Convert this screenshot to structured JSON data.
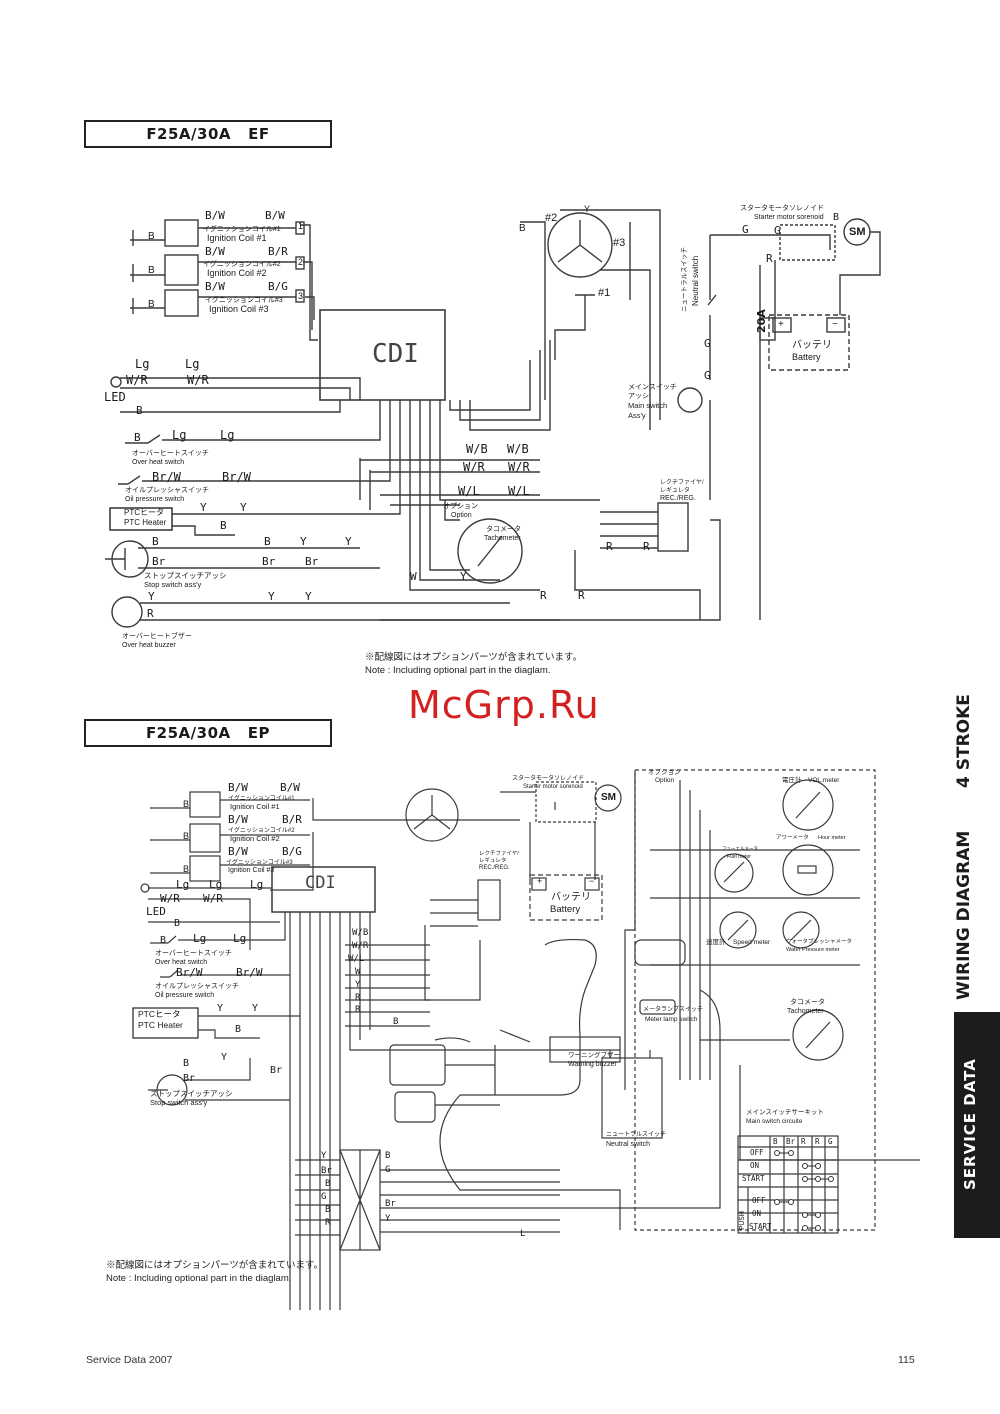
{
  "section1": {
    "title": "F25A/30A   EF",
    "cdi_label": "CDI",
    "ignition_coils": [
      {
        "jp": "イグニッションコイル#1",
        "en": "Ignition Coil #1",
        "wire_in": "B/W",
        "wire_out": "B/W",
        "terminal": "1",
        "ground": "B"
      },
      {
        "jp": "イグニッションコイル#2",
        "en": "Ignition Coil #2",
        "wire_in": "B/W",
        "wire_out": "B/R",
        "terminal": "2",
        "ground": "B"
      },
      {
        "jp": "イグニッションコイル#3",
        "en": "Ignition Coil #3",
        "wire_in": "B/W",
        "wire_out": "B/G",
        "terminal": "3",
        "ground": "B"
      }
    ],
    "pulser": {
      "coil2": "#2",
      "coil3": "#3",
      "coil1": "#1",
      "wire_y": "Y",
      "wire_b": "B"
    },
    "led": {
      "label": "LED",
      "wire_lg": "Lg",
      "wire_wr": "W/R",
      "wire_b": "B"
    },
    "overheat_switch": {
      "jp": "オーバーヒートスイッチ",
      "en": "Over heat switch",
      "wire_b": "B",
      "wire_lg": "Lg"
    },
    "oil_pressure_switch": {
      "jp": "オイルプレッシャスイッチ",
      "en": "Oil pressure switch",
      "wire": "Br/W"
    },
    "ptc_heater": {
      "jp": "PTCヒータ",
      "en": "PTC Heater",
      "wire_y": "Y",
      "wire_b": "B"
    },
    "stop_switch": {
      "jp": "ストップスイッチアッシ",
      "en": "Stop switch ass'y",
      "wire_b": "B",
      "wire_br": "Br",
      "wire_y": "Y"
    },
    "overheat_buzzer": {
      "jp": "オーバーヒートブザー",
      "en": "Over heat buzzer",
      "wire_y": "Y",
      "wire_r": "R"
    },
    "cdi_wires": [
      "W/B",
      "W/R",
      "W/L",
      "W",
      "Y"
    ],
    "option": {
      "jp": "オプション",
      "en": "Option"
    },
    "tachometer": {
      "jp": "タコメータ",
      "en": "Tachometer"
    },
    "rec_reg": {
      "jp1": "レクチファイヤ/",
      "jp2": "レギュレタ",
      "en": "REC./REG.",
      "wire_y": "Y",
      "wire_r": "R"
    },
    "main_switch": {
      "jp1": "メインスイッチ",
      "jp2": "アッシ",
      "en1": "Main switch",
      "en2": "Ass'y"
    },
    "neutral_switch": {
      "jp": "ニュートラルスイッチ",
      "en": "Neutral switch",
      "wire": "G"
    },
    "starter_solenoid": {
      "jp": "スタータモータソレノイド",
      "en": "Starter motor sorenoid",
      "wire_g": "G",
      "wire_b": "B",
      "wire_r": "R"
    },
    "starter_motor": "SM",
    "fuse": "20A",
    "battery": {
      "jp": "バッテリ",
      "en": "Battery",
      "plus": "+",
      "minus": "−"
    },
    "note_jp": "※配線図にはオプションパーツが含まれています。",
    "note_en": "Note : Including optional part in the diaglam."
  },
  "watermark": "McGrp.Ru",
  "section2": {
    "title": "F25A/30A   EP",
    "cdi_label": "CDI",
    "ignition_coils": [
      {
        "jp": "イグニッションコイル#1",
        "en": "Ignition Coil #1",
        "wire_in": "B/W",
        "wire_out": "B/W",
        "ground": "B"
      },
      {
        "jp": "イグニッションコイル#2",
        "en": "Ignition Coil #2",
        "wire_in": "B/W",
        "wire_out": "B/R",
        "ground": "B"
      },
      {
        "jp": "イグニッションコイル#3",
        "en": "Ignition Coil #3",
        "wire_in": "B/W",
        "wire_out": "B/G",
        "ground": "B"
      }
    ],
    "led": {
      "label": "LED",
      "wire_lg": "Lg",
      "wire_wr": "W/R",
      "wire_b": "B"
    },
    "overheat_switch": {
      "jp": "オーバーヒートスイッチ",
      "en": "Over heat switch",
      "wire_b": "B",
      "wire_lg": "Lg"
    },
    "oil_pressure_switch": {
      "jp": "オイルプレッシャスイッチ",
      "en": "Oil pressure switch",
      "wire": "Br/W"
    },
    "ptc_heater": {
      "jp": "PTCヒータ",
      "en": "PTC Heater",
      "wire_y": "Y",
      "wire_b": "B"
    },
    "stop_switch": {
      "jp": "ストップスイッチアッシ",
      "en": "Stop switch ass'y",
      "wire_b": "B",
      "wire_br": "Br",
      "wire_y": "Y"
    },
    "cdi_wires": [
      "W/B",
      "W/R",
      "W/L",
      "W",
      "Y",
      "R",
      "R",
      "B"
    ],
    "starter_solenoid": {
      "jp": "スタータモータソレノイド",
      "en": "Starter motor sorenoid"
    },
    "starter_motor": "SM",
    "rec_reg": {
      "jp1": "レクチファイヤ/",
      "jp2": "レギュレタ",
      "en": "REC./REG."
    },
    "battery": {
      "jp": "バッテリ",
      "en": "Battery",
      "plus": "+",
      "minus": "−"
    },
    "option": {
      "jp": "オプション",
      "en": "Option"
    },
    "vol_meter": {
      "jp": "電圧計",
      "en": "VOL.meter"
    },
    "hour_meter": {
      "jp": "アワーメータ",
      "en": "Hour meter"
    },
    "fuel_meter": {
      "jp": "フューエルメータ",
      "en": "Fuel meter"
    },
    "speed_meter": {
      "jp": "速度計",
      "en": "Speed meter"
    },
    "water_pressure_meter": {
      "jp": "ウォータプレッシャメータ",
      "en": "Water Pressure meter"
    },
    "meter_lamp_switch": {
      "jp": "メータランプスイッチ",
      "en": "Meter lamp switch"
    },
    "tachometer": {
      "jp": "タコメータ",
      "en": "Tachometer"
    },
    "warning_buzzer": {
      "jp": "ワーニングブザー",
      "en": "Warning buzzer"
    },
    "neutral_switch": {
      "jp": "ニュートラルスイッチ",
      "en": "Neutral switch"
    },
    "main_switch_circuit": {
      "jp": "メインスイッチサーキット",
      "en": "Main switch circuite",
      "columns": [
        "B",
        "Br",
        "R",
        "R",
        "G"
      ],
      "push_label": "PUSH",
      "rows": [
        {
          "label": "OFF",
          "push": false,
          "connections": [
            0,
            1
          ]
        },
        {
          "label": "ON",
          "push": false,
          "connections": [
            2,
            3
          ]
        },
        {
          "label": "START",
          "push": false,
          "connections": [
            2,
            3,
            4
          ]
        },
        {
          "label": "OFF",
          "push": true,
          "connections": [
            0,
            1
          ]
        },
        {
          "label": "ON",
          "push": true,
          "connections": [
            2,
            3
          ]
        },
        {
          "label": "START",
          "push": true,
          "connections": [
            2,
            3
          ]
        }
      ]
    },
    "harness_wires": [
      "Y",
      "Br",
      "B",
      "G",
      "B",
      "R",
      "B",
      "G",
      "L",
      "Br",
      "Y"
    ],
    "note_jp": "※配線図にはオプションパーツが含まれています。",
    "note_en": "Note : Including optional part in the diaglam."
  },
  "side_tab": {
    "section": "SERVICE DATA",
    "heading1": "WIRING DIAGRAM",
    "heading2": "4 STROKE"
  },
  "footer": {
    "left": "Service Data 2007",
    "page": "115"
  },
  "colors": {
    "line": "#3a3a3a",
    "watermark": "#d42020",
    "tab_bg": "#1c1c1c"
  }
}
